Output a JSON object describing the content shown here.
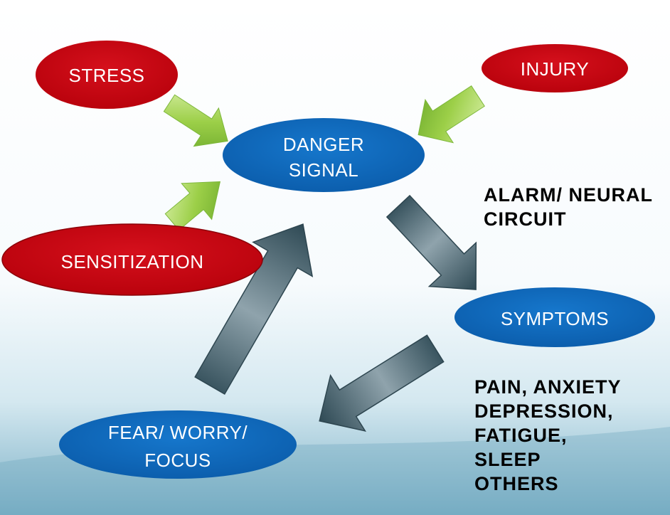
{
  "colors": {
    "red_node": "#c8000e",
    "blue_node": "#0c68bc",
    "green_arrow": "#8cc63f",
    "slate_arrow": "#4d6570"
  },
  "nodes": {
    "stress": "STRESS",
    "injury": "INJURY",
    "danger_line1": "DANGER",
    "danger_line2": "SIGNAL",
    "sensitization": "SENSITIZATION",
    "symptoms": "SYMPTOMS",
    "fear_line1": "FEAR/ WORRY/",
    "fear_line2": "FOCUS"
  },
  "alarm": {
    "line1": "ALARM/ NEURAL",
    "line2": "CIRCUIT"
  },
  "symptom_list": [
    "PAIN, ANXIETY",
    "DEPRESSION,",
    "FATIGUE,",
    "SLEEP",
    "OTHERS"
  ]
}
